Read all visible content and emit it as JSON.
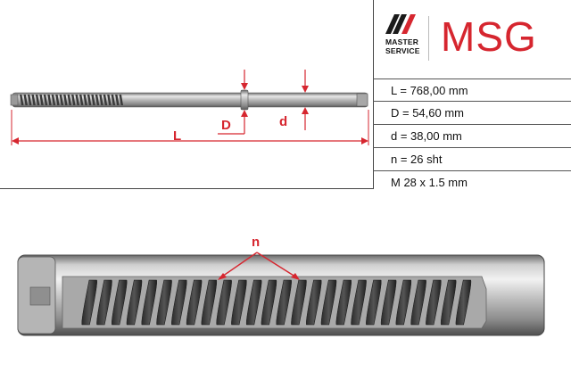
{
  "brand": {
    "line1": "MASTER",
    "line2": "SERVICE",
    "wordmark": "MSG",
    "accent_color": "#d6262f",
    "mark_icon": "master-service-logo-icon"
  },
  "specs": [
    {
      "text": "L = 768,00 mm"
    },
    {
      "text": "D = 54,60 mm"
    },
    {
      "text": "d = 38,00 mm"
    },
    {
      "text": "n = 26 sht"
    },
    {
      "text": "M 28 x 1.5 mm"
    }
  ],
  "drawing": {
    "label_L": "L",
    "label_D": "D",
    "label_d": "d",
    "label_n": "n",
    "tooth_count": 26
  }
}
